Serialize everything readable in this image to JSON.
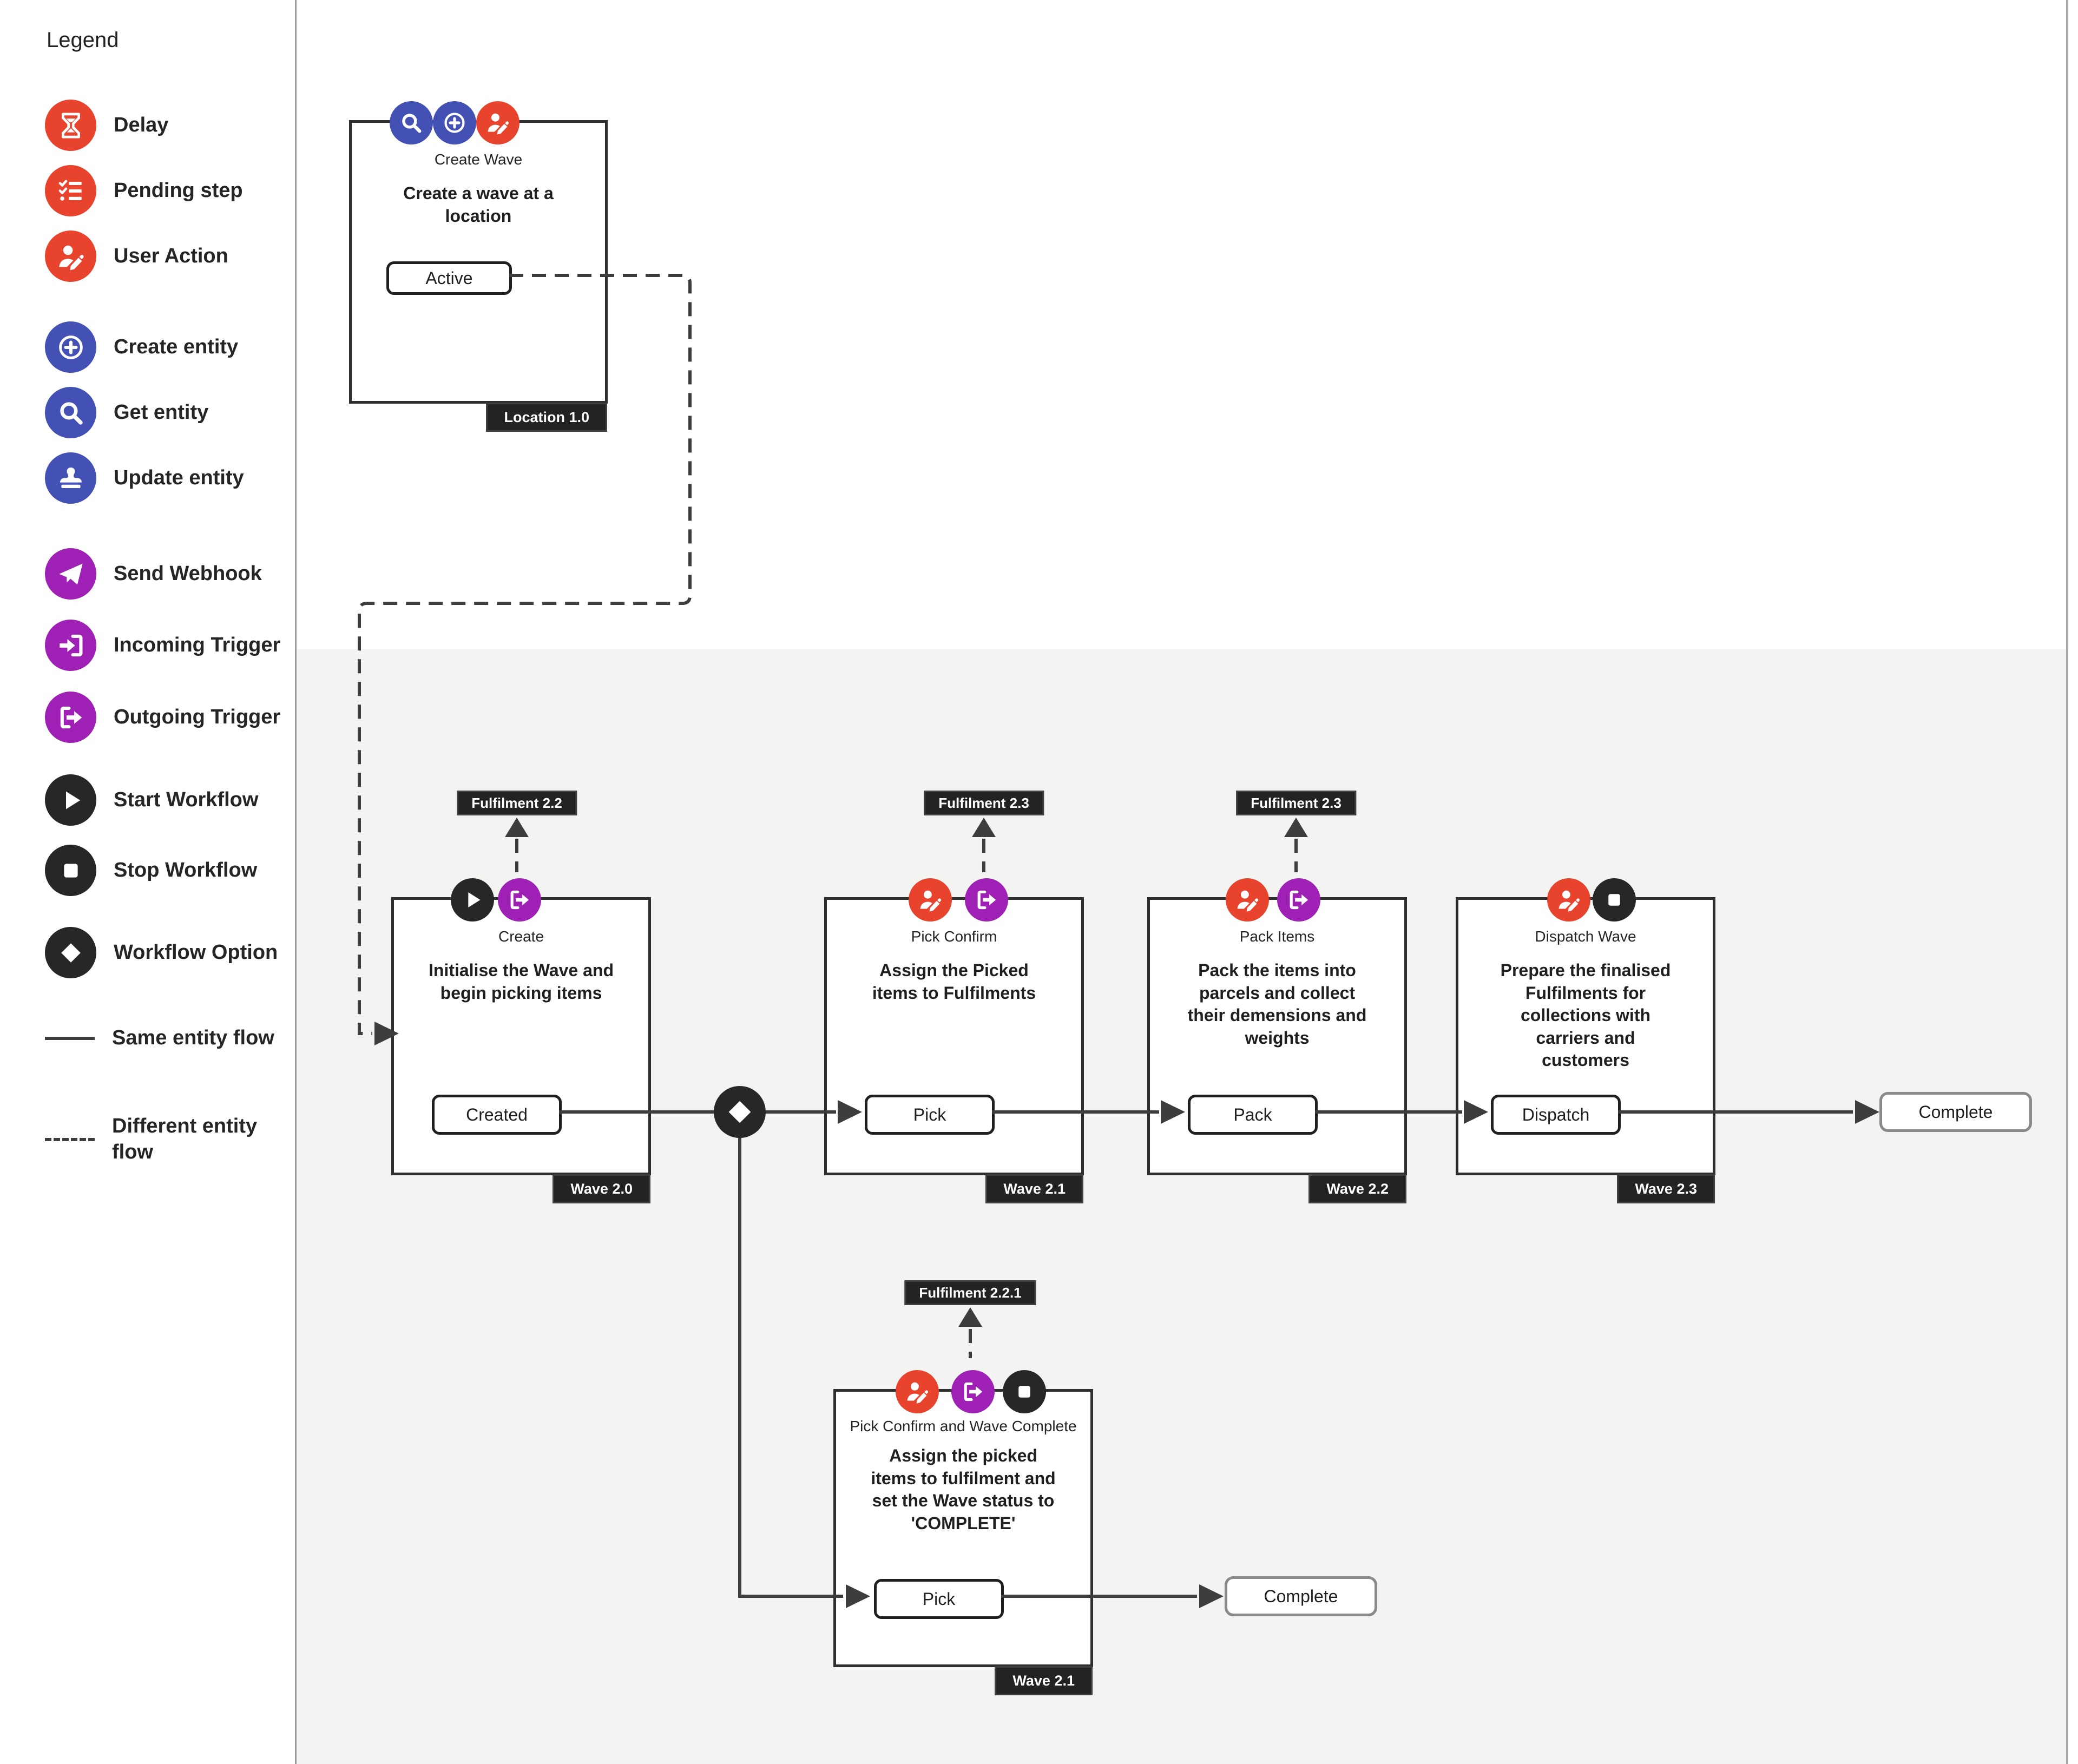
{
  "colors": {
    "red": "#E8432D",
    "blue": "#4350B4",
    "purple": "#9E20B4",
    "black": "#272727",
    "tag_bg": "#232323",
    "canvas_gray": "#f3f3f2",
    "line": "#3d3d3d"
  },
  "legend": {
    "title": "Legend",
    "items": [
      {
        "label": "Delay",
        "icon": "hourglass-icon",
        "color": "red"
      },
      {
        "label": "Pending step",
        "icon": "checklist-icon",
        "color": "red"
      },
      {
        "label": "User Action",
        "icon": "user-edit-icon",
        "color": "red"
      },
      {
        "label": "Create entity",
        "icon": "plus-circle-icon",
        "color": "blue"
      },
      {
        "label": "Get entity",
        "icon": "search-icon",
        "color": "blue"
      },
      {
        "label": "Update entity",
        "icon": "stamp-icon",
        "color": "blue"
      },
      {
        "label": "Send Webhook",
        "icon": "paper-plane-icon",
        "color": "purple"
      },
      {
        "label": "Incoming Trigger",
        "icon": "incoming-trigger-icon",
        "color": "purple"
      },
      {
        "label": "Outgoing Trigger",
        "icon": "outgoing-trigger-icon",
        "color": "purple"
      },
      {
        "label": "Start Workflow",
        "icon": "play-icon",
        "color": "black"
      },
      {
        "label": "Stop Workflow",
        "icon": "stop-icon",
        "color": "black"
      },
      {
        "label": "Workflow Option",
        "icon": "diamond-icon",
        "color": "black"
      }
    ],
    "flow_items": [
      {
        "label": "Same entity flow",
        "style": "solid"
      },
      {
        "label": "Different entity flow",
        "style": "dashed"
      }
    ]
  },
  "nodes": {
    "create_wave": {
      "title": "Create Wave",
      "desc": "Create a wave at a location",
      "button": "Active",
      "tag": "Location 1.0",
      "icons": [
        "search-icon",
        "plus-circle-icon",
        "user-edit-icon"
      ]
    },
    "create": {
      "title": "Create",
      "desc": "Initialise the Wave and begin picking items",
      "button": "Created",
      "tag": "Wave 2.0",
      "fulfilment": "Fulfilment 2.2",
      "icons": [
        "play-icon",
        "outgoing-trigger-icon"
      ]
    },
    "pick_confirm": {
      "title": "Pick Confirm",
      "desc": "Assign the Picked items to Fulfilments",
      "button": "Pick",
      "tag": "Wave 2.1",
      "fulfilment": "Fulfilment 2.3",
      "icons": [
        "user-edit-icon",
        "outgoing-trigger-icon"
      ]
    },
    "pack_items": {
      "title": "Pack Items",
      "desc": "Pack the items into parcels and collect their demensions and weights",
      "button": "Pack",
      "tag": "Wave 2.2",
      "fulfilment": "Fulfilment 2.3",
      "icons": [
        "user-edit-icon",
        "outgoing-trigger-icon"
      ]
    },
    "dispatch_wave": {
      "title": "Dispatch Wave",
      "desc": "Prepare the finalised Fulfilments for collections with carriers and customers",
      "button": "Dispatch",
      "tag": "Wave 2.3",
      "icons": [
        "user-edit-icon",
        "stop-icon"
      ]
    },
    "pick_confirm_complete": {
      "title": "Pick Confirm and Wave Complete",
      "desc": "Assign the picked items to fulfilment and set the Wave status to 'COMPLETE'",
      "button": "Pick",
      "tag": "Wave 2.1",
      "fulfilment": "Fulfilment 2.2.1",
      "icons": [
        "user-edit-icon",
        "outgoing-trigger-icon",
        "stop-icon"
      ]
    }
  },
  "terminals": {
    "complete_main": "Complete",
    "complete_branch": "Complete"
  }
}
